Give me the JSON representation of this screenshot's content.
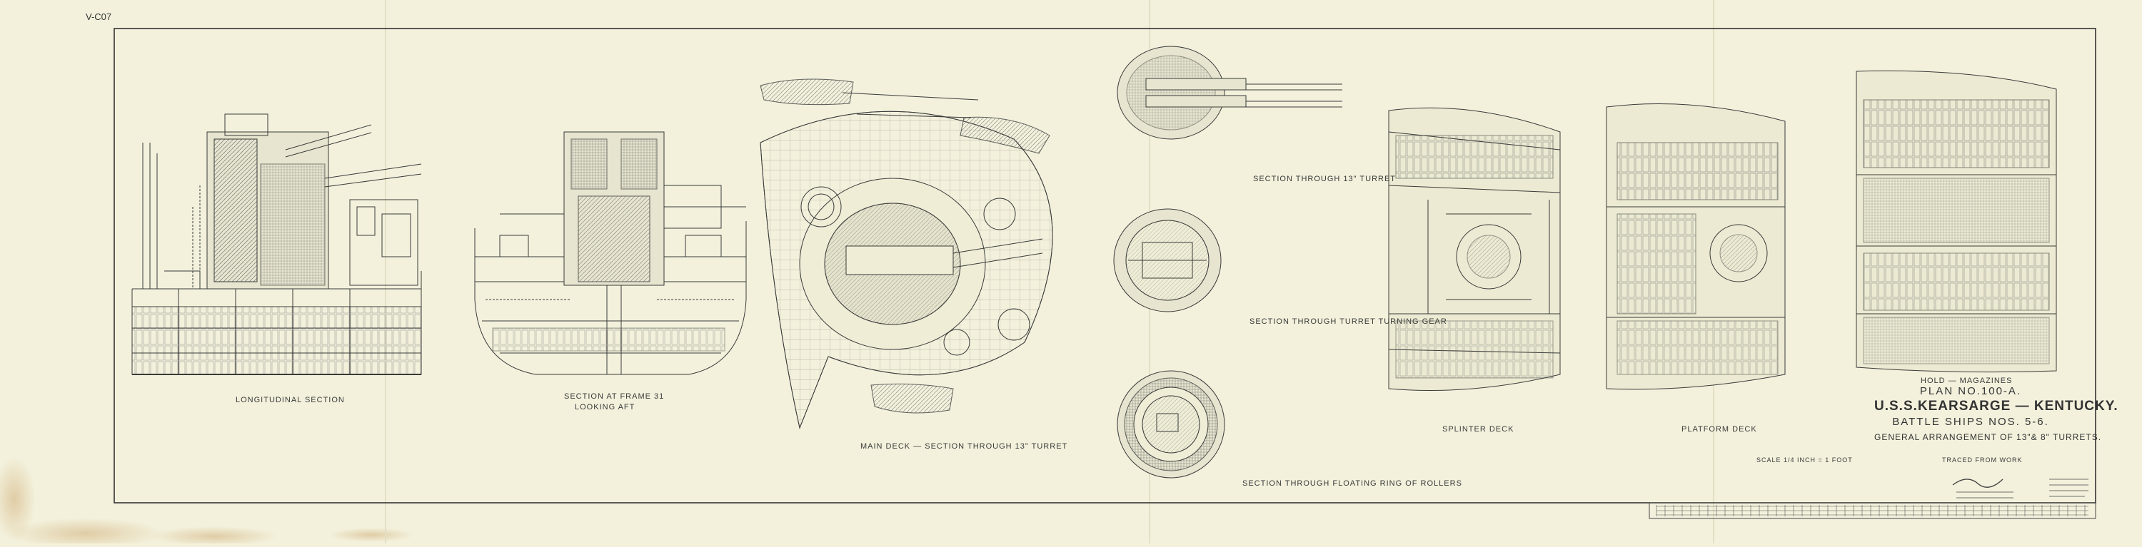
{
  "sheet": {
    "id": "V-C07",
    "colors": {
      "paper": "#f3f1dc",
      "ink": "#333333",
      "stain": "#c9a063"
    }
  },
  "drawings": {
    "longitudinal": "LONGITUDINAL SECTION",
    "section_frame_line1": "SECTION AT FRAME 31",
    "section_frame_line2": "LOOKING AFT",
    "main_deck": "MAIN DECK — SECTION THROUGH 13\" TURRET",
    "section_13_turret": "SECTION THROUGH 13\" TURRET",
    "turret_turning_gear": "SECTION THROUGH TURRET TURNING GEAR",
    "floating_ring": "SECTION THROUGH FLOATING RING OF ROLLERS",
    "splinter_deck": "SPLINTER DECK",
    "platform_deck": "PLATFORM DECK",
    "holds_magazines": "HOLD — MAGAZINES"
  },
  "title_block": {
    "plan_no": "PLAN NO.100-A.",
    "ships": "U.S.S.KEARSARGE — KENTUCKY.",
    "class": "BATTLE SHIPS NOS. 5-6.",
    "description": "GENERAL ARRANGEMENT OF 13\"& 8\" TURRETS.",
    "scale": "SCALE 1/4 INCH = 1 FOOT",
    "traced_from": "TRACED FROM WORK"
  }
}
